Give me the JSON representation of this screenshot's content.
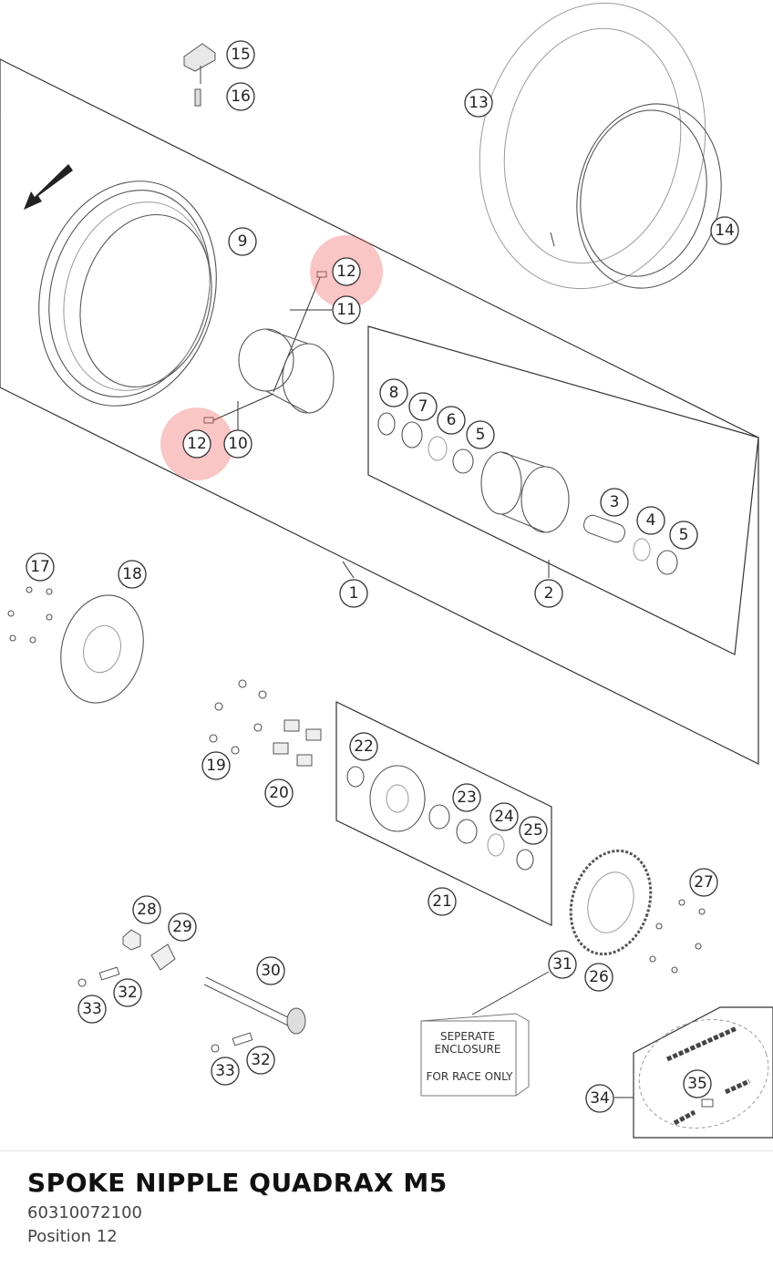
{
  "callouts": {
    "c1": "1",
    "c2": "2",
    "c3": "3",
    "c4": "4",
    "c5a": "5",
    "c5b": "5",
    "c6": "6",
    "c7": "7",
    "c8": "8",
    "c9": "9",
    "c10": "10",
    "c11": "11",
    "c12a": "12",
    "c12b": "12",
    "c13": "13",
    "c14": "14",
    "c15": "15",
    "c16": "16",
    "c17": "17",
    "c18": "18",
    "c19": "19",
    "c20": "20",
    "c21": "21",
    "c22": "22",
    "c23": "23",
    "c24": "24",
    "c25": "25",
    "c26": "26",
    "c27": "27",
    "c28": "28",
    "c29": "29",
    "c30": "30",
    "c31": "31",
    "c32a": "32",
    "c32b": "32",
    "c33a": "33",
    "c33b": "33",
    "c34": "34",
    "c35": "35"
  },
  "enclosure": {
    "line1": "SEPERATE",
    "line2": "ENCLOSURE",
    "line3": "FOR RACE ONLY"
  },
  "highlight_color": "#f25a5a",
  "selected_part": {
    "name": "SPOKE NIPPLE QUADRAX M5",
    "part_number": "60310072100",
    "position": "Position 12"
  }
}
